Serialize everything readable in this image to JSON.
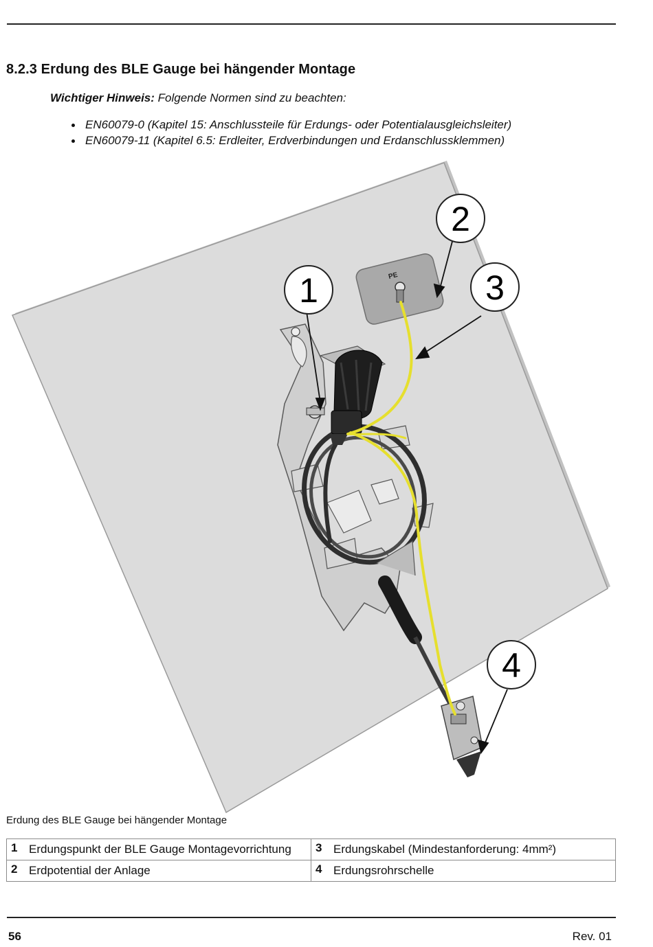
{
  "header": {
    "section_title": "8.2.3 Erdung des BLE Gauge bei hängender Montage"
  },
  "notice": {
    "label": "Wichtiger Hinweis:",
    "text": " Folgende Normen sind zu beachten:"
  },
  "norms": [
    "EN60079-0 (Kapitel 15: Anschlussteile für Erdungs- oder Potentialausgleichsleiter)",
    "EN60079-11 (Kapitel 6.5: Erdleiter, Erdverbindungen und Erdanschlussklemmen)"
  ],
  "figure": {
    "callouts": [
      "1",
      "2",
      "3",
      "4"
    ],
    "pe_label": "PE",
    "colors": {
      "plate": "#d9d9d9",
      "cable_yellow": "#e8e23a",
      "bracket": "#cfcfcf",
      "dark": "#1c1c1c"
    }
  },
  "caption": "Erdung des BLE Gauge bei hängender Montage",
  "legend": [
    {
      "num": "1",
      "text": "Erdungspunkt der BLE Gauge Montagevorrichtung"
    },
    {
      "num": "3",
      "text": "Erdungskabel (Mindestanforderung: 4mm²)"
    },
    {
      "num": "2",
      "text": "Erdpotential der Anlage"
    },
    {
      "num": "4",
      "text": "Erdungsrohrschelle"
    }
  ],
  "footer": {
    "page": "56",
    "revision": "Rev. 01"
  }
}
